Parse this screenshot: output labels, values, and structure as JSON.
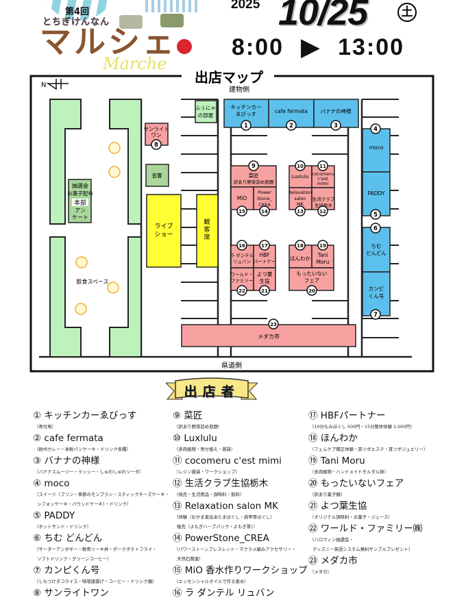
{
  "header": {
    "edition": "第4回",
    "event_sub": "とちぎけんなん",
    "event_main": "マルシェ",
    "event_script": "Marche",
    "year": "2025",
    "date": "10/25",
    "weekday": "土",
    "time": "8:00 ▶ 13:00"
  },
  "map": {
    "title": "出店マップ",
    "top_side": "建物側",
    "bottom_side": "県道側",
    "north": "N",
    "hq": [
      "抽選会",
      "お菓子配布",
      "本部",
      "アン",
      "ケート"
    ],
    "dining": "飲食スペース",
    "sound": "音響",
    "live": [
      "ライブ",
      "ショー"
    ],
    "audience": [
      "観",
      "客",
      "席"
    ],
    "room": [
      "ふぅにゃ",
      "の部屋"
    ],
    "stalls": {
      "s1": [
        "キッチンカー",
        "ゑびっす"
      ],
      "s2": "cafe fermata",
      "s3": "バナナの神様",
      "s4": "moco",
      "s5": "PADDY",
      "s6": [
        "ちむ",
        "どんどん"
      ],
      "s7": [
        "カンピ",
        "くん号"
      ],
      "s8": [
        "サンライト",
        "ワン"
      ],
      "s9": [
        "菜匠",
        "訳あり野菜詰め放題"
      ],
      "s10": "Luxlulu",
      "s11": [
        "cocomeru",
        "c'est",
        "mimi"
      ],
      "s12": [
        "生活クラブ",
        "生協栃木"
      ],
      "s13": [
        "Relaxation",
        "salon",
        "MK"
      ],
      "s14": [
        "Power",
        "Stone_",
        "CREA"
      ],
      "s15": "MiO",
      "s16": [
        "ラ ダンテル",
        "リュバン"
      ],
      "s17": [
        "HBF",
        "パートナー"
      ],
      "s18": "ほんわか",
      "s19": [
        "Tani",
        "Moru"
      ],
      "s20": [
        "もったいない",
        "フェア"
      ],
      "s21": [
        "よつ葉",
        "生協"
      ],
      "s22": [
        "ワールド・",
        "ファミリー"
      ],
      "s23": "メダカ市"
    },
    "numbers": [
      "1",
      "2",
      "3",
      "4",
      "5",
      "6",
      "7",
      "8",
      "9",
      "10",
      "11",
      "12",
      "13",
      "14",
      "15",
      "16",
      "17",
      "18",
      "19",
      "20",
      "21",
      "22",
      "23"
    ]
  },
  "vendors_title": "出店者",
  "vendors": [
    [
      {
        "title": "① キッチンカーゑびっす",
        "sub": "（骨付鳥）"
      },
      {
        "title": "② cafe fermata",
        "sub": "（欧州カレー・米粉パンケーキ・ドリンク各種）"
      },
      {
        "title": "③ バナナの神様",
        "sub": "（バナナスムージー・ラッシー・しゅわしゅわソーダ）"
      },
      {
        "title": "④ moco",
        "sub": "（スイーツ（プリン・季節のモンブラン・スティックチーズケーキ・\n  シフォンケーキ・パウンドケーキ）・ドリンク）"
      },
      {
        "title": "⑤ PADDY",
        "sub": "（ホットサンド・ドリンク）"
      },
      {
        "title": "⑥ ちむ どんどん",
        "sub": "（サーターアンダギー・軟骨ソーキ丼・ポークポテトフライ・\n  ソフトドリンク・グリーンコーヒー）"
      },
      {
        "title": "⑦ カンピくん号",
        "sub": "（しもつけタコライス・味噌唐揚げ・コーヒー・ドリンク類）"
      },
      {
        "title": "⑧ サンライトワン",
        "sub": ""
      }
    ],
    [
      {
        "title": "⑨ 菜匠",
        "sub": "（訳あり野菜詰め放題）"
      },
      {
        "title": "⑩ Luxlulu",
        "sub": "（多肉植物・寄せ植え・雑貨）"
      },
      {
        "title": "⑪ cocomeru c'est mimi",
        "sub": "（レジン雑貨・ワークショップ）"
      },
      {
        "title": "⑫ 生活クラブ生協栃木",
        "sub": "（焼売・生活用品・調味料・飲料）"
      },
      {
        "title": "⑬ Relaxation salon MK",
        "sub": "（体験（おかま直伝あたまほぐし・肩甲骨ほぐし）\n  販売（よもぎハーブパック・よもぎ茶））"
      },
      {
        "title": "⑭ PowerStone_CREA",
        "sub": "（パワーストーンブレスレット・マクラメ編みアクセサリー・\n  天然石関連）"
      },
      {
        "title": "⑮ MiO 香水作りワークショップ",
        "sub": "（エッセンシャルオイルで作る香水）"
      },
      {
        "title": "⑯ ラ ダンテル リュバン",
        "sub": ""
      }
    ],
    [
      {
        "title": "⑰ HBFパートナー",
        "sub": "（10分もみほぐし 500円・15分整体体験 1,000円）"
      },
      {
        "title": "⑱ ほんわか",
        "sub": "（フェムケア矯正体験・耳ツボエステ・耳ツボジュエリー）"
      },
      {
        "title": "⑲ Tani Moru",
        "sub": "（多肉植物・ハンドメイドモルタル鉢）"
      },
      {
        "title": "⑳ もったいないフェア",
        "sub": "（訳あり菓子類）"
      },
      {
        "title": "㉑ よつ葉生協",
        "sub": "（オリジナル調味料・お菓子・ジュース）"
      },
      {
        "title": "㉒ ワールド・ファミリー㈱",
        "sub": "（ハロウィン抽選会・\n  ディズニー英語システム無料サンプルプレゼント）"
      },
      {
        "title": "㉓ メダカ市",
        "sub": "（メダカ）"
      }
    ]
  ],
  "colors": {
    "blue": "#5bc0eb",
    "pink": "#f7a1a1",
    "green": "#bdf2bd",
    "yellow": "#ffff33",
    "honbu": "#a9d79b",
    "brown": "#8a5530"
  }
}
